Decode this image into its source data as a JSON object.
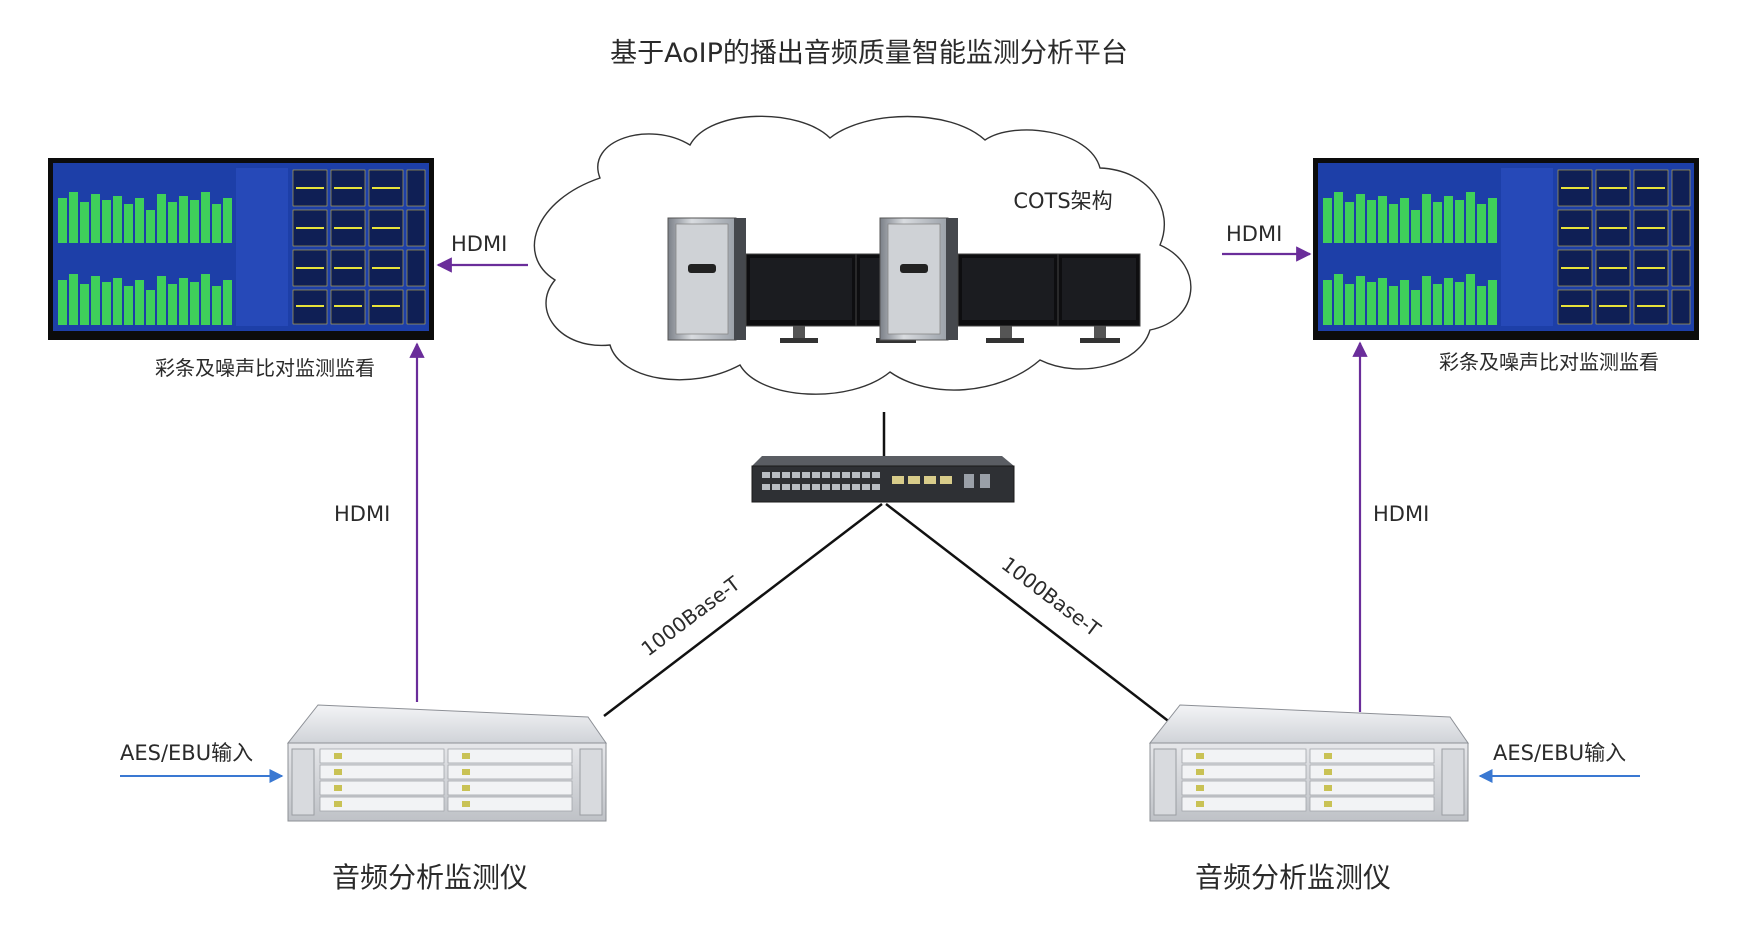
{
  "title": "基于AoIP的播出音频质量智能监测分析平台",
  "cloud": {
    "label": "COTS架构"
  },
  "links": {
    "hdmi_left_top": "HDMI",
    "hdmi_right_top": "HDMI",
    "hdmi_left_vertical": "HDMI",
    "hdmi_right_vertical": "HDMI",
    "ethernet_left": "1000Base-T",
    "ethernet_right": "1000Base-T"
  },
  "monitors": {
    "left_caption": "彩条及噪声比对监测监看",
    "right_caption": "彩条及噪声比对监测监看"
  },
  "analyzers": {
    "left_caption": "音频分析监测仪",
    "right_caption": "音频分析监测仪",
    "left_input": "AES/EBU输入",
    "right_input": "AES/EBU输入"
  },
  "colors": {
    "hdmi_arrow": "#6a2d9a",
    "input_arrow": "#3a78d2",
    "ethernet_line": "#111111",
    "meter_green": "#3fd05a",
    "screen_blue": "#1d3fa8"
  }
}
